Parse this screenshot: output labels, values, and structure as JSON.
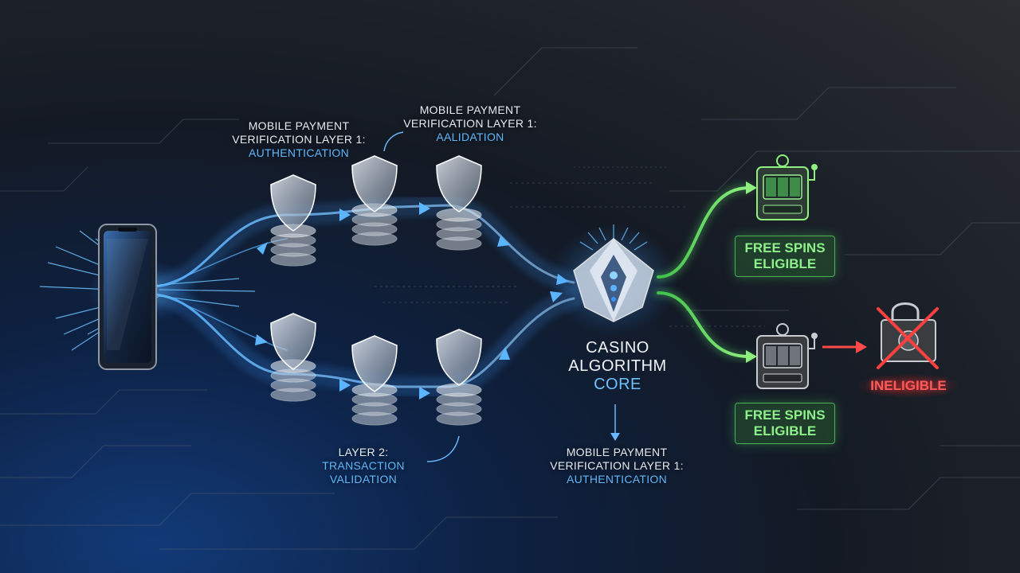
{
  "labels": {
    "top_left": [
      "MOBILE PAYMENT",
      "VERIFICATION LAYER 1:",
      "AUTHENTICATION"
    ],
    "top_mid": [
      "MOBILE PAYMENT",
      "VERIFICATION LAYER 1:",
      "AALIDATION"
    ],
    "bottom_left": [
      "LAYER 2:",
      "TRANSACTION",
      "VALIDATION"
    ],
    "bottom_core": [
      "MOBILE PAYMENT",
      "VERIFICATION LAYER 1:",
      "AUTHENTICATION"
    ]
  },
  "core": {
    "line1": "CASINO",
    "line2": "ALGORITHM",
    "line3": "CORE"
  },
  "outcomes": {
    "top": {
      "line1": "FREE SPINS",
      "line2": "ELIGIBLE"
    },
    "bottom": {
      "line1": "FREE SPINS",
      "line2": "ELIGIBLE"
    },
    "rejected": "INELIGIBLE"
  },
  "icons": [
    "smartphone-icon",
    "shield-icon",
    "database-stack-icon",
    "crystal-core-icon",
    "slot-machine-icon",
    "padlock-icon",
    "x-mark-icon",
    "arrow-right-icon",
    "arrow-down-icon"
  ],
  "colors": {
    "flow": "#3fa3ff",
    "eligible": "#5fdc6a",
    "ineligible": "#ff4a4a",
    "text": "#e6ecf3",
    "accent": "#5eb8ff"
  }
}
